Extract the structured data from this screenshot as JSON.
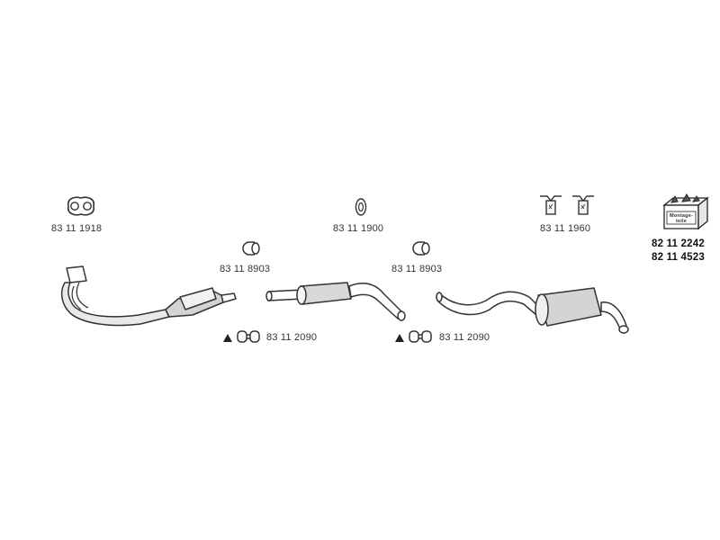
{
  "parts": {
    "gasket_front": "83 11 1918",
    "ring_gasket": "83 11 1900",
    "mount_rubbers": "83 11 1960",
    "clamp_left": "83 11 8903",
    "clamp_right": "83 11 8903",
    "hanger_left": "83 11 2090",
    "hanger_right": "83 11 2090"
  },
  "mounting_kit": {
    "box_label": "Montage-teile",
    "numbers": [
      "82 11 2242",
      "82 11 4523"
    ]
  },
  "colors": {
    "line": "#333333",
    "fill_light": "#e8e8e8",
    "fill_mid": "#cfcfcf"
  }
}
